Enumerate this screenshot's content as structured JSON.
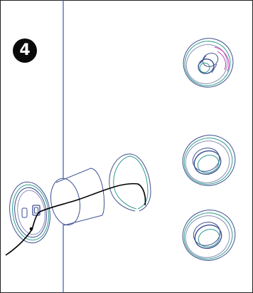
{
  "step": {
    "number": "4"
  },
  "colors": {
    "outline": "#3c4f8f",
    "guide_line": "#2f5fb0",
    "accent_teal": "#2e9c8c",
    "accent_magenta": "#c93ab8",
    "cable": "#000000",
    "badge_bg": "#0a0a0a"
  },
  "components": [
    {
      "name": "wall-plate-with-connector"
    },
    {
      "name": "cylindrical-tube"
    },
    {
      "name": "dome-cover"
    },
    {
      "name": "assembled-ring-top"
    },
    {
      "name": "ring-variant-middle"
    },
    {
      "name": "ring-variant-bottom"
    }
  ]
}
